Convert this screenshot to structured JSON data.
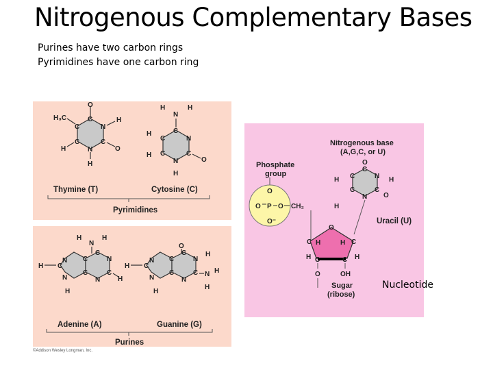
{
  "slide": {
    "title": "Nitrogenous Complementary Bases",
    "bullets": [
      "Purines have two carbon rings",
      "Pyrimidines have one carbon ring"
    ],
    "annotation": "Nucleotide"
  },
  "figure": {
    "copyright": "©Addison Wesley Longman, Inc.",
    "colors": {
      "base_panel": "#fcd9cb",
      "nucleotide_panel": "#f9c6e4",
      "ring_fill": "#cccccc",
      "phosphate_fill": "#fdf6a8",
      "sugar_fill": "#ee6fae"
    },
    "pyrimidines": {
      "group_label": "Pyrimidines",
      "molecules": [
        {
          "name": "Thymine (T)"
        },
        {
          "name": "Cytosine (C)"
        }
      ]
    },
    "purines": {
      "group_label": "Purines",
      "molecules": [
        {
          "name": "Adenine (A)"
        },
        {
          "name": "Guanine (G)"
        }
      ]
    },
    "nucleotide": {
      "base_label_line1": "Nitrogenous base",
      "base_label_line2": "(A,G,C, or U)",
      "base_name": "Uracil (U)",
      "phosphate_label_line1": "Phosphate",
      "phosphate_label_line2": "group",
      "sugar_label_line1": "Sugar",
      "sugar_label_line2": "(ribose)"
    }
  }
}
